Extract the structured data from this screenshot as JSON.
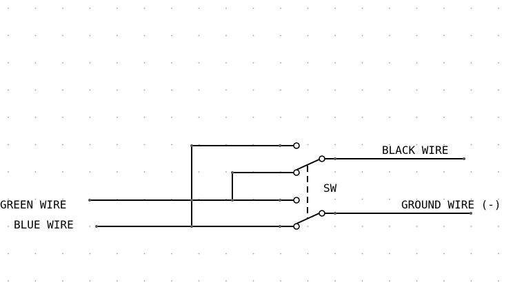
{
  "labels": {
    "green_wire": "GREEN WIRE",
    "blue_wire": "BLUE WIRE",
    "black_wire": "BLACK WIRE",
    "ground_wire": "GROUND WIRE (-)",
    "switch": "SW"
  },
  "colors": {
    "wire": "#000000",
    "grid_dot": "#9a9a9a"
  }
}
